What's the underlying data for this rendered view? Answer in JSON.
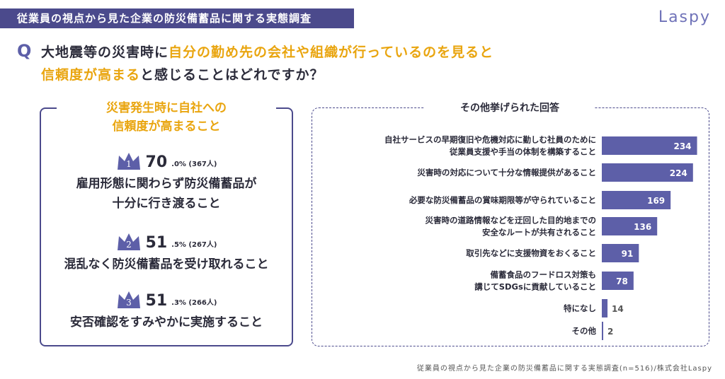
{
  "header": {
    "title": "従業員の視点から見た企業の防災備蓄品に関する実態調査",
    "logo": "Laspy"
  },
  "question": {
    "mark": "Q",
    "part1": "大地震等の災害時に",
    "part2": "自分の勤め先の会社や組織が行っているのを見ると",
    "part3": "信頼度が高まる",
    "part4": "と感じることはどれですか？"
  },
  "left_panel": {
    "title_line1": "災害発生時に自社への",
    "title_line2": "信頼度が高まること",
    "ranks": [
      {
        "rank": "1",
        "pct_main": "70",
        "pct_sub": ".0% (367人)",
        "label_line1": "雇用形態に関わらず防災備蓄品が",
        "label_line2": "十分に行き渡ること"
      },
      {
        "rank": "2",
        "pct_main": "51",
        "pct_sub": ".5% (267人)",
        "label_line1": "混乱なく防災備蓄品を受け取れること",
        "label_line2": ""
      },
      {
        "rank": "3",
        "pct_main": "51",
        "pct_sub": ".3% (266人)",
        "label_line1": "安否確認をすみやかに実施すること",
        "label_line2": ""
      }
    ]
  },
  "chart_data": {
    "type": "bar",
    "orientation": "horizontal",
    "title": "その他挙げられた回答",
    "categories": [
      [
        "自社サービスの早期復旧や危機対応に勤しむ社員のために",
        "従業員支援や手当の体制を構築すること"
      ],
      [
        "災害時の対応について十分な情報提供があること"
      ],
      [
        "必要な防災備蓄品の賞味期限等が守られていること"
      ],
      [
        "災害時の道路情報などを迂回した目的地までの",
        "安全なルートが共有されること"
      ],
      [
        "取引先などに支援物資をおくること"
      ],
      [
        "備蓄食品のフードロス対策も",
        "講じてSDGsに貢献していること"
      ],
      [
        "特になし"
      ],
      [
        "その他"
      ]
    ],
    "values": [
      234,
      224,
      169,
      136,
      91,
      78,
      14,
      2
    ],
    "value_labels": [
      "234",
      "224",
      "169",
      "136",
      "91",
      "78",
      "14",
      "2"
    ],
    "xlim": [
      0,
      240
    ],
    "bar_color": "#5d5fa8"
  },
  "footer": "従業員の視点から見た企業の防災備蓄品に関する実態調査(n=516)/株式会社Laspy"
}
